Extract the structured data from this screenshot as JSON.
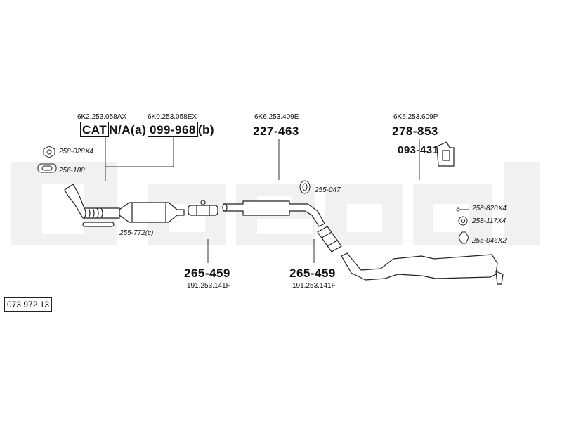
{
  "diagram_ref": "073.972.13",
  "watermark": "bosal",
  "cat": {
    "oem_1": "6K2.253.058AX",
    "oem_2": "6K0.253.058EX",
    "label": "CAT",
    "option_a": "N/A",
    "suffix_a": "(a)",
    "part_b": "099-968",
    "suffix_b": "(b)"
  },
  "mid_pipe": {
    "oem": "6K6.253.409E",
    "part": "227-463"
  },
  "rear_box": {
    "oem": "6K6.253.609P",
    "part": "278-853",
    "hanger": "093-431"
  },
  "clamp_1": {
    "part": "265-459",
    "oem": "191.253.141F"
  },
  "clamp_2": {
    "part": "265-459",
    "oem": "191.253.141F"
  },
  "small_parts": {
    "nut": "258-028X4",
    "gasket": "256-188",
    "gasket_c": "255-772(c)",
    "ring": "255-047",
    "bolt": "258-820X4",
    "washer": "258-117X4",
    "rubber": "255-046X2"
  }
}
